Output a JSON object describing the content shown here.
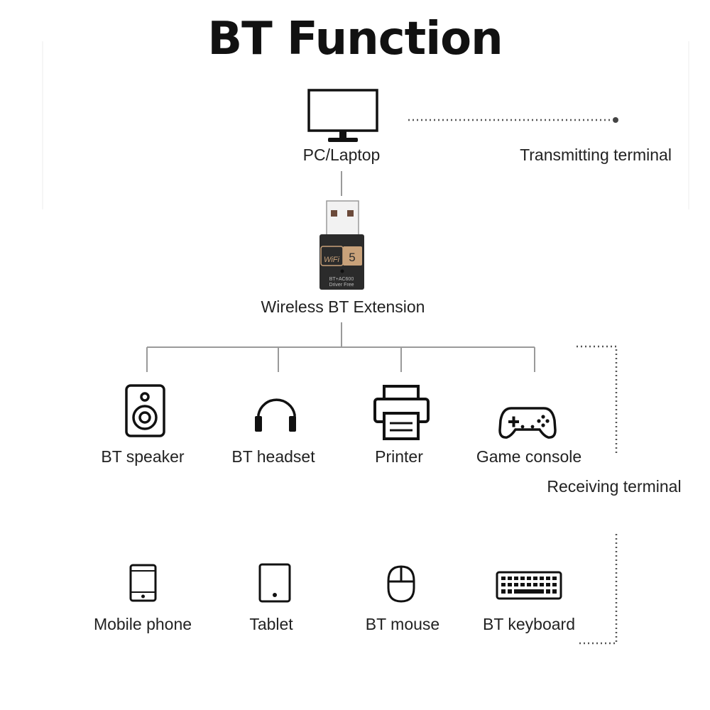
{
  "title": "BT Function",
  "source": {
    "label": "PC/Laptop",
    "icon": "monitor-icon"
  },
  "adapter": {
    "label": "Wireless BT Extension",
    "icon": "usb-wifi-adapter-icon",
    "badge_text": "WiFi",
    "badge_number": "5",
    "caption_line1": "BT+AC600",
    "caption_line2": "Driver Free"
  },
  "side_labels": {
    "transmitting": "Transmitting terminal",
    "receiving": "Receiving terminal"
  },
  "devices_row1": [
    {
      "label": "BT speaker",
      "icon": "speaker-icon"
    },
    {
      "label": "BT headset",
      "icon": "headphones-icon"
    },
    {
      "label": "Printer",
      "icon": "printer-icon"
    },
    {
      "label": "Game console",
      "icon": "gamepad-icon"
    }
  ],
  "devices_row2": [
    {
      "label": "Mobile phone",
      "icon": "phone-icon"
    },
    {
      "label": "Tablet",
      "icon": "tablet-icon"
    },
    {
      "label": "BT mouse",
      "icon": "mouse-icon"
    },
    {
      "label": "BT keyboard",
      "icon": "keyboard-icon"
    }
  ],
  "colors": {
    "line": "#9a9a9a",
    "dots": "#555555",
    "icon": "#111111",
    "adapter_body": "#2b2b2b",
    "adapter_badge": "#c9a27a"
  }
}
